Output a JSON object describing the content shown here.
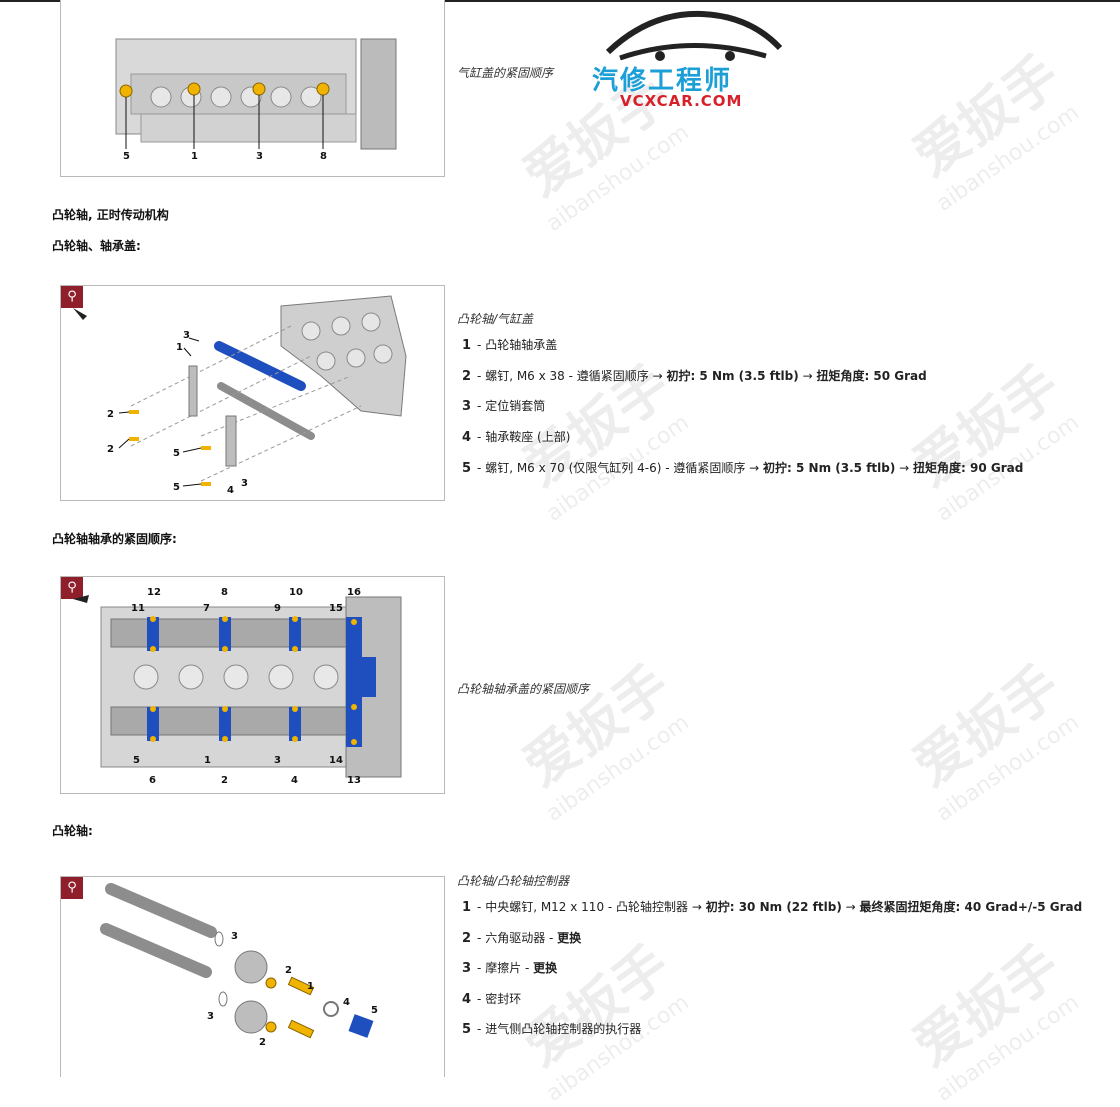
{
  "logo": {
    "cn": "汽修工程师",
    "en": "VCXCAR.COM"
  },
  "watermark": {
    "main": "爱扳手",
    "sub": "aibanshou.com"
  },
  "section1": {
    "caption": "气缸盖的紧固顺序",
    "callouts": [
      "5",
      "1",
      "3",
      "8"
    ]
  },
  "headings": {
    "h1": "凸轮轴, 正时传动机构",
    "h2": "凸轮轴、轴承盖:",
    "h3": "凸轮轴轴承的紧固顺序:",
    "h4": "凸轮轴:"
  },
  "zoom_icon": "magnifier-icon",
  "fig2": {
    "callouts": [
      "3",
      "1",
      "2",
      "2",
      "5",
      "5",
      "4",
      "3"
    ],
    "caption": "凸轮轴/气缸盖",
    "items": [
      {
        "num": "1",
        "text": "- 凸轮轴轴承盖",
        "bold": "",
        "tail": ""
      },
      {
        "num": "2",
        "text": "- 螺钉, M6 x 38 - 遵循紧固顺序 → ",
        "bold": "初拧: 5 Nm (3.5 ftlb)",
        "mid": " → ",
        "bold2": "扭矩角度: 50 Grad"
      },
      {
        "num": "3",
        "text": "- 定位销套筒"
      },
      {
        "num": "4",
        "text": "- 轴承鞍座 (上部)"
      },
      {
        "num": "5",
        "text": "- 螺钉, M6 x 70 (仅限气缸列 4-6) - 遵循紧固顺序 → ",
        "bold": "初拧: 5 Nm (3.5 ftlb)",
        "mid": " → ",
        "bold2": "扭矩角度: 90 Grad"
      }
    ]
  },
  "fig3": {
    "callouts_top": [
      "12",
      "8",
      "10",
      "16",
      "11",
      "7",
      "9",
      "15"
    ],
    "callouts_bottom": [
      "5",
      "1",
      "3",
      "14",
      "6",
      "2",
      "4",
      "13"
    ],
    "caption": "凸轮轴轴承盖的紧固顺序"
  },
  "fig4": {
    "callouts": [
      "3",
      "2",
      "1",
      "3",
      "2",
      "4",
      "5"
    ],
    "caption": "凸轮轴/凸轮轴控制器",
    "items": [
      {
        "num": "1",
        "text": "- 中央螺钉, M12 x 110 - 凸轮轴控制器 → ",
        "bold": "初拧: 30 Nm (22 ftlb)",
        "mid": " → ",
        "bold2": "最终紧固扭矩角度: 40 Grad+/-5 Grad"
      },
      {
        "num": "2",
        "text": "- 六角驱动器 - ",
        "bold": "更换"
      },
      {
        "num": "3",
        "text": "- 摩擦片 - ",
        "bold": "更换"
      },
      {
        "num": "4",
        "text": "- 密封环"
      },
      {
        "num": "5",
        "text": "- 进气侧凸轮轴控制器的执行器"
      }
    ]
  },
  "colors": {
    "zoom_bg": "#8f1f2b",
    "bolt": "#f0b400",
    "blue_part": "#1f4fbf",
    "logo_blue": "#1b9fd6",
    "logo_red": "#d8202a"
  }
}
